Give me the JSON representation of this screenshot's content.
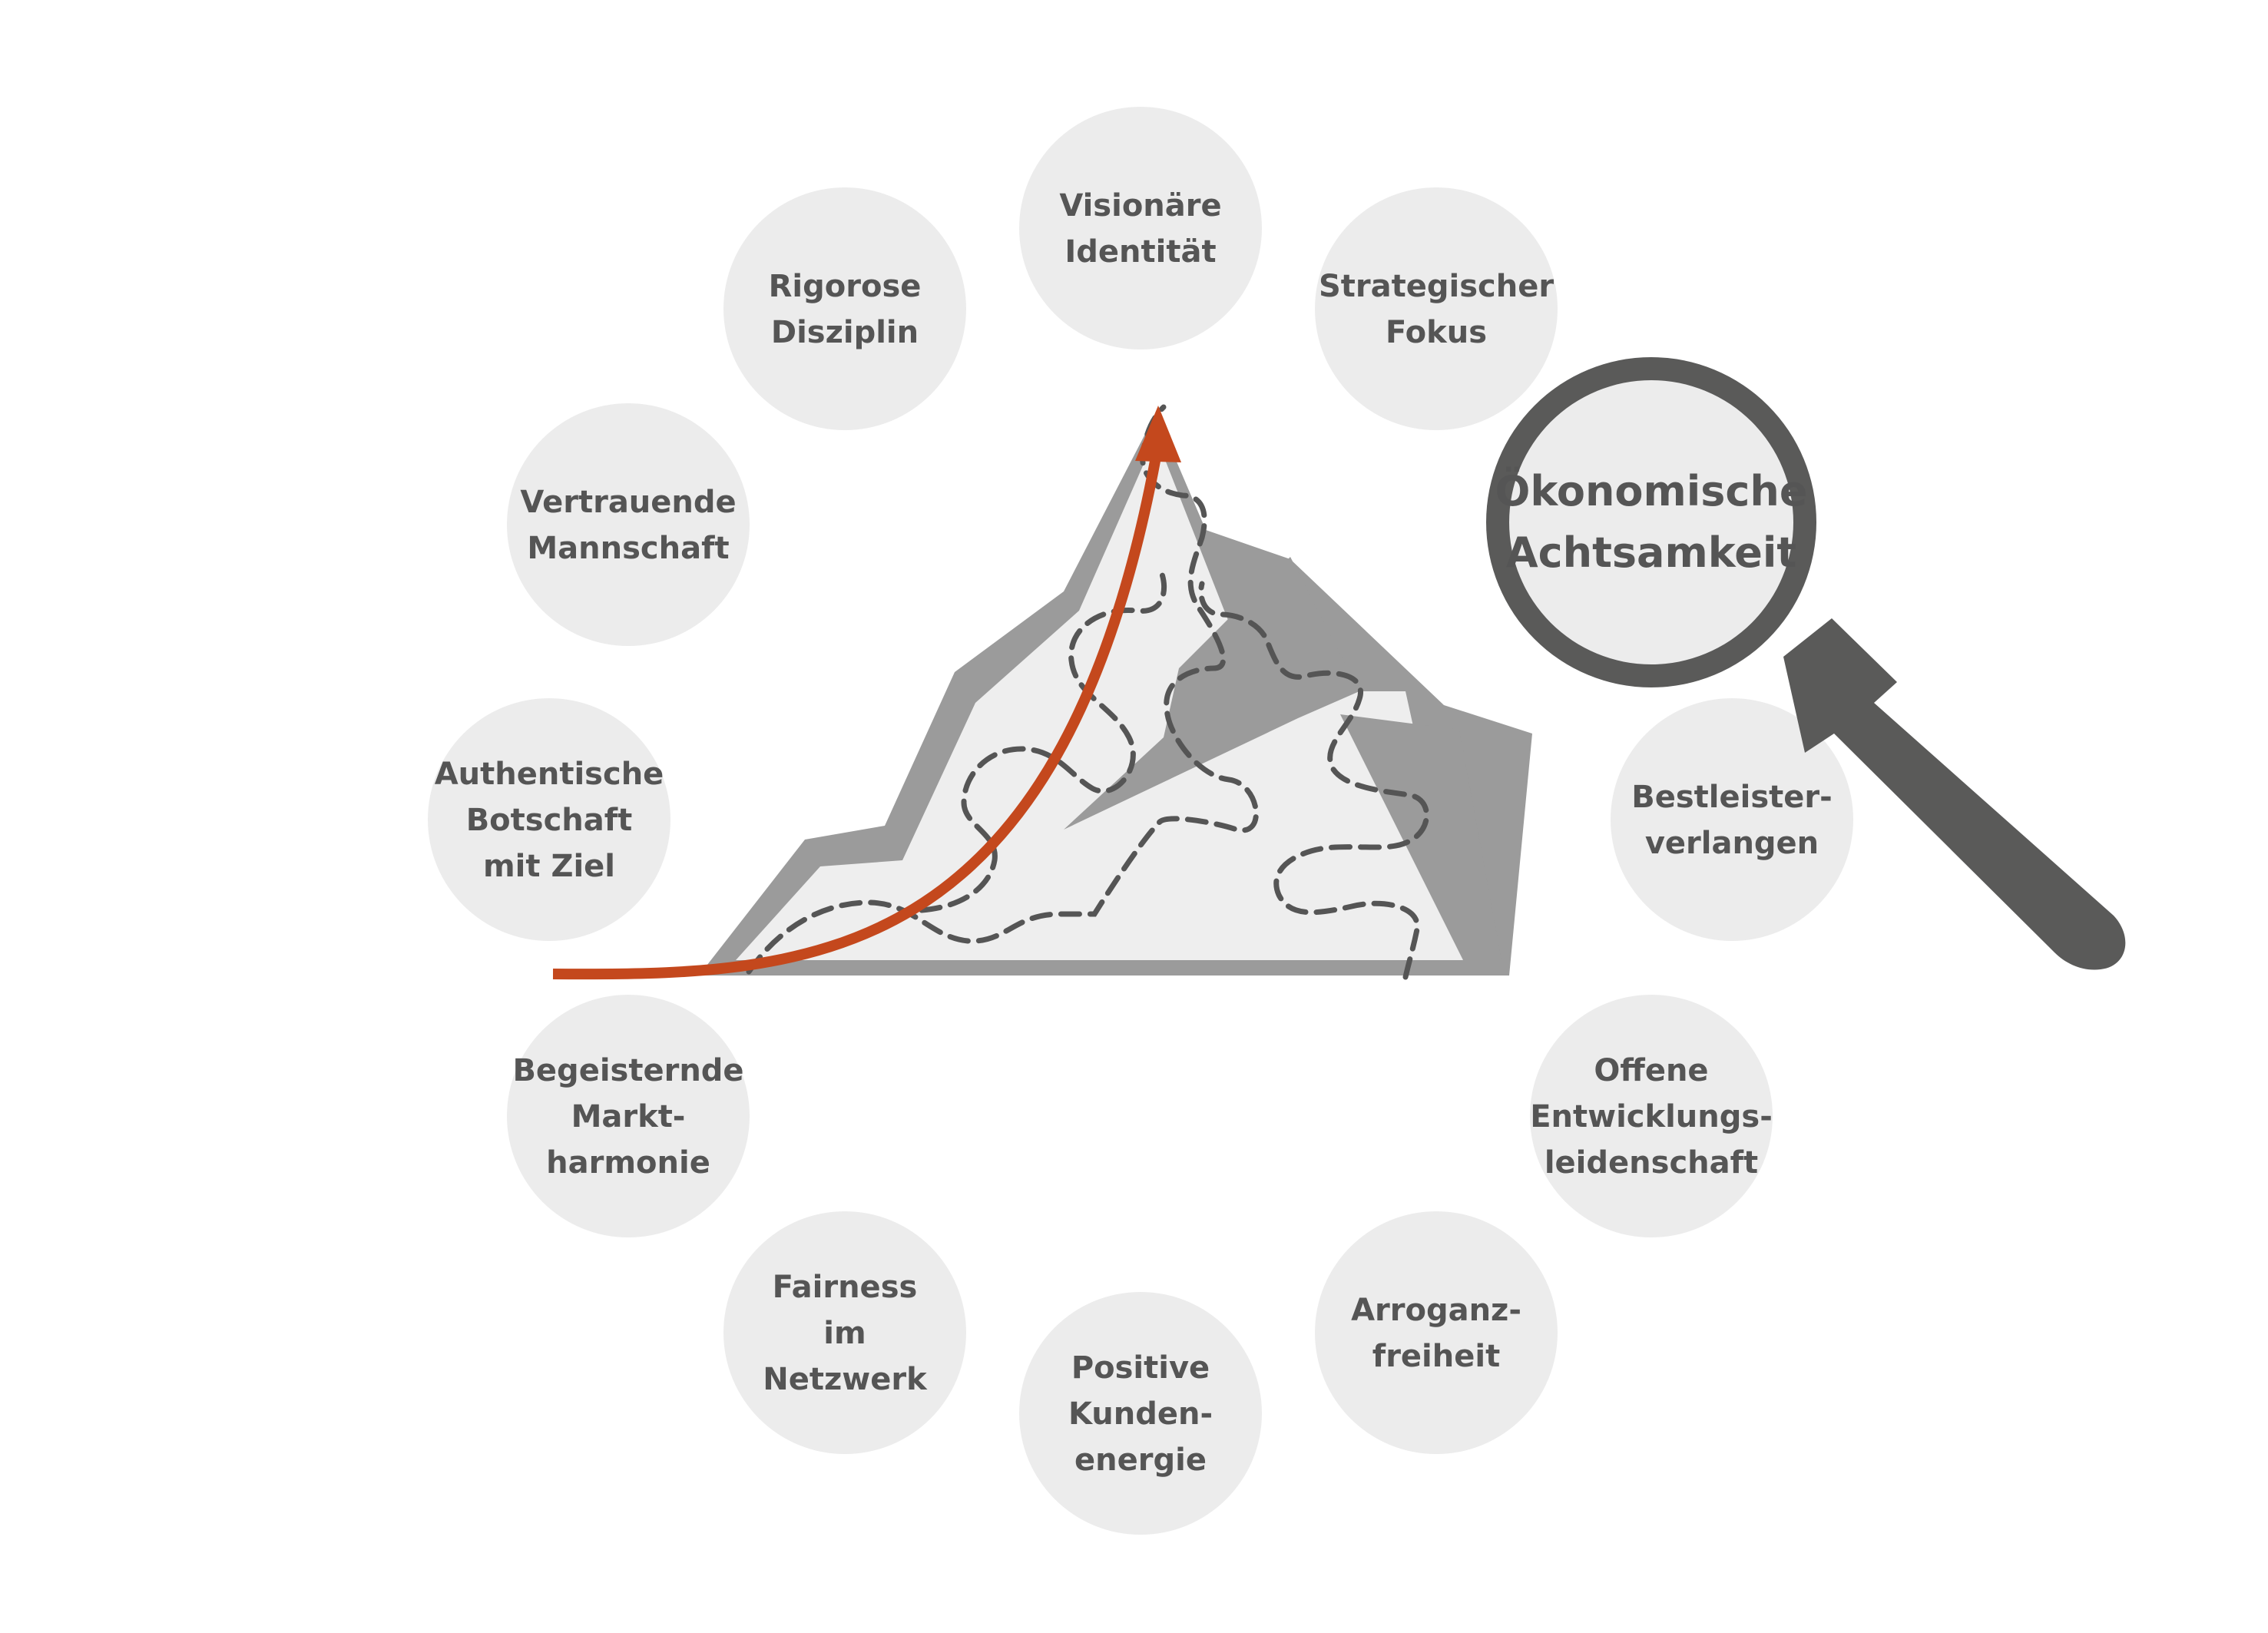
{
  "colors": {
    "circle_fill": "#ececec",
    "text": "#555555",
    "mountain_dark": "#9b9b9b",
    "mountain_light": "#eeeeee",
    "path_dashed": "#555555",
    "arrow": "#c4481d",
    "magnifier": "#5a5a59"
  },
  "icons": {
    "mountain": "mountain-peak",
    "arrow": "growth-arrow-icon",
    "magnifier": "magnifying-glass-icon"
  },
  "magnifier": {
    "lines": [
      "Ökonomische",
      "Achtsamkeit"
    ]
  },
  "values": [
    {
      "id": "visionaere-identitaet",
      "lines": [
        "Visionäre",
        "Identität"
      ]
    },
    {
      "id": "strategischer-fokus",
      "lines": [
        "Strategischer",
        "Fokus"
      ]
    },
    {
      "id": "bestleister-verlangen",
      "lines": [
        "Bestleister-",
        "verlangen"
      ]
    },
    {
      "id": "offene-entwicklungsleidenschaft",
      "lines": [
        "Offene",
        "Entwicklungs-",
        "leidenschaft"
      ]
    },
    {
      "id": "arroganzfreiheit",
      "lines": [
        "Arroganz-",
        "freiheit"
      ]
    },
    {
      "id": "positive-kundenenergie",
      "lines": [
        "Positive",
        "Kunden-",
        "energie"
      ]
    },
    {
      "id": "fairness-im-netzwerk",
      "lines": [
        "Fairness",
        "im",
        "Netzwerk"
      ]
    },
    {
      "id": "begeisternde-marktharmonie",
      "lines": [
        "Begeisternde",
        "Markt-",
        "harmonie"
      ]
    },
    {
      "id": "authentische-botschaft",
      "lines": [
        "Authentische",
        "Botschaft",
        "mit Ziel"
      ]
    },
    {
      "id": "vertrauende-mannschaft",
      "lines": [
        "Vertrauende",
        "Mannschaft"
      ]
    },
    {
      "id": "rigorose-disziplin",
      "lines": [
        "Rigorose",
        "Disziplin"
      ]
    }
  ]
}
